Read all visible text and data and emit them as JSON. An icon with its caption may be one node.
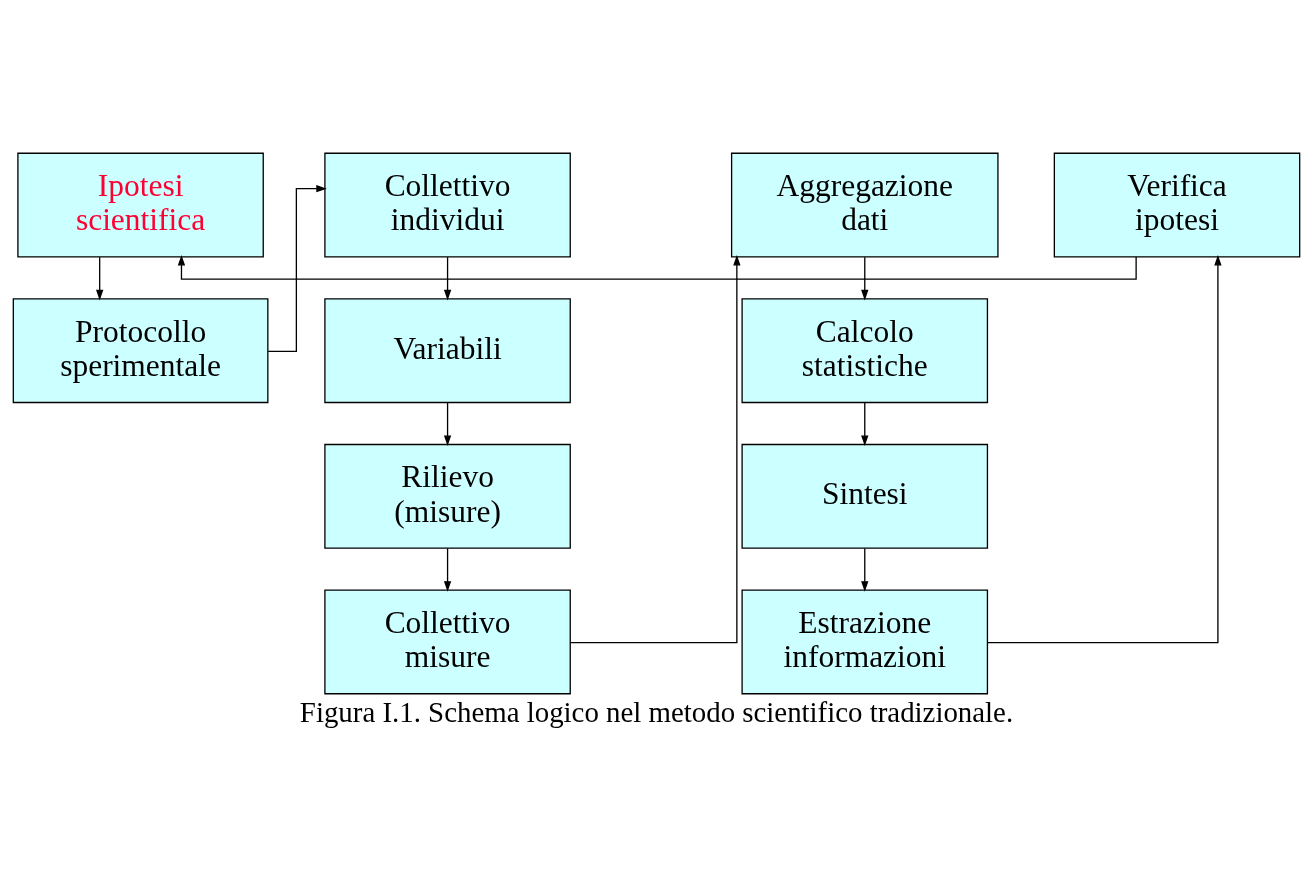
{
  "diagram": {
    "caption": "Figura I.1. Schema logico nel metodo scientifico tradizionale.",
    "nodes": [
      {
        "text": [
          "Ipotesi scientifica"
        ]
      },
      {
        "text": [
          "Protocollo sperimentale"
        ]
      },
      {
        "text": [
          "Collettivo individui"
        ]
      },
      {
        "text": [
          "Variabili"
        ]
      },
      {
        "text": [
          "Rilievo (misure)"
        ]
      },
      {
        "text": [
          "Collettivo misure"
        ]
      },
      {
        "text": [
          "Aggregazione dati"
        ]
      },
      {
        "text": [
          "Calcolo statistiche"
        ]
      },
      {
        "text": [
          "Sintesi"
        ]
      },
      {
        "text": [
          "Estrazione informazioni"
        ]
      },
      {
        "text": [
          "Verifica ipotesi"
        ]
      }
    ],
    "edges": [
      {
        "from": 0,
        "to": 1,
        "arrow": "to"
      },
      {
        "from": 1,
        "to": 2,
        "arrow": "to"
      },
      {
        "from": 2,
        "to": 3,
        "arrow": "to"
      },
      {
        "from": 3,
        "to": 4,
        "arrow": "to"
      },
      {
        "from": 4,
        "to": 5,
        "arrow": "to"
      },
      {
        "from": 5,
        "to": 6,
        "arrow": "to"
      },
      {
        "from": 6,
        "to": 7,
        "arrow": "to"
      },
      {
        "from": 7,
        "to": 8,
        "arrow": "to"
      },
      {
        "from": 8,
        "to": 9,
        "arrow": "to"
      },
      {
        "from": 9,
        "to": 10,
        "arrow": "to"
      },
      {
        "from": 10,
        "to": 0,
        "arrow": "to"
      }
    ]
  }
}
